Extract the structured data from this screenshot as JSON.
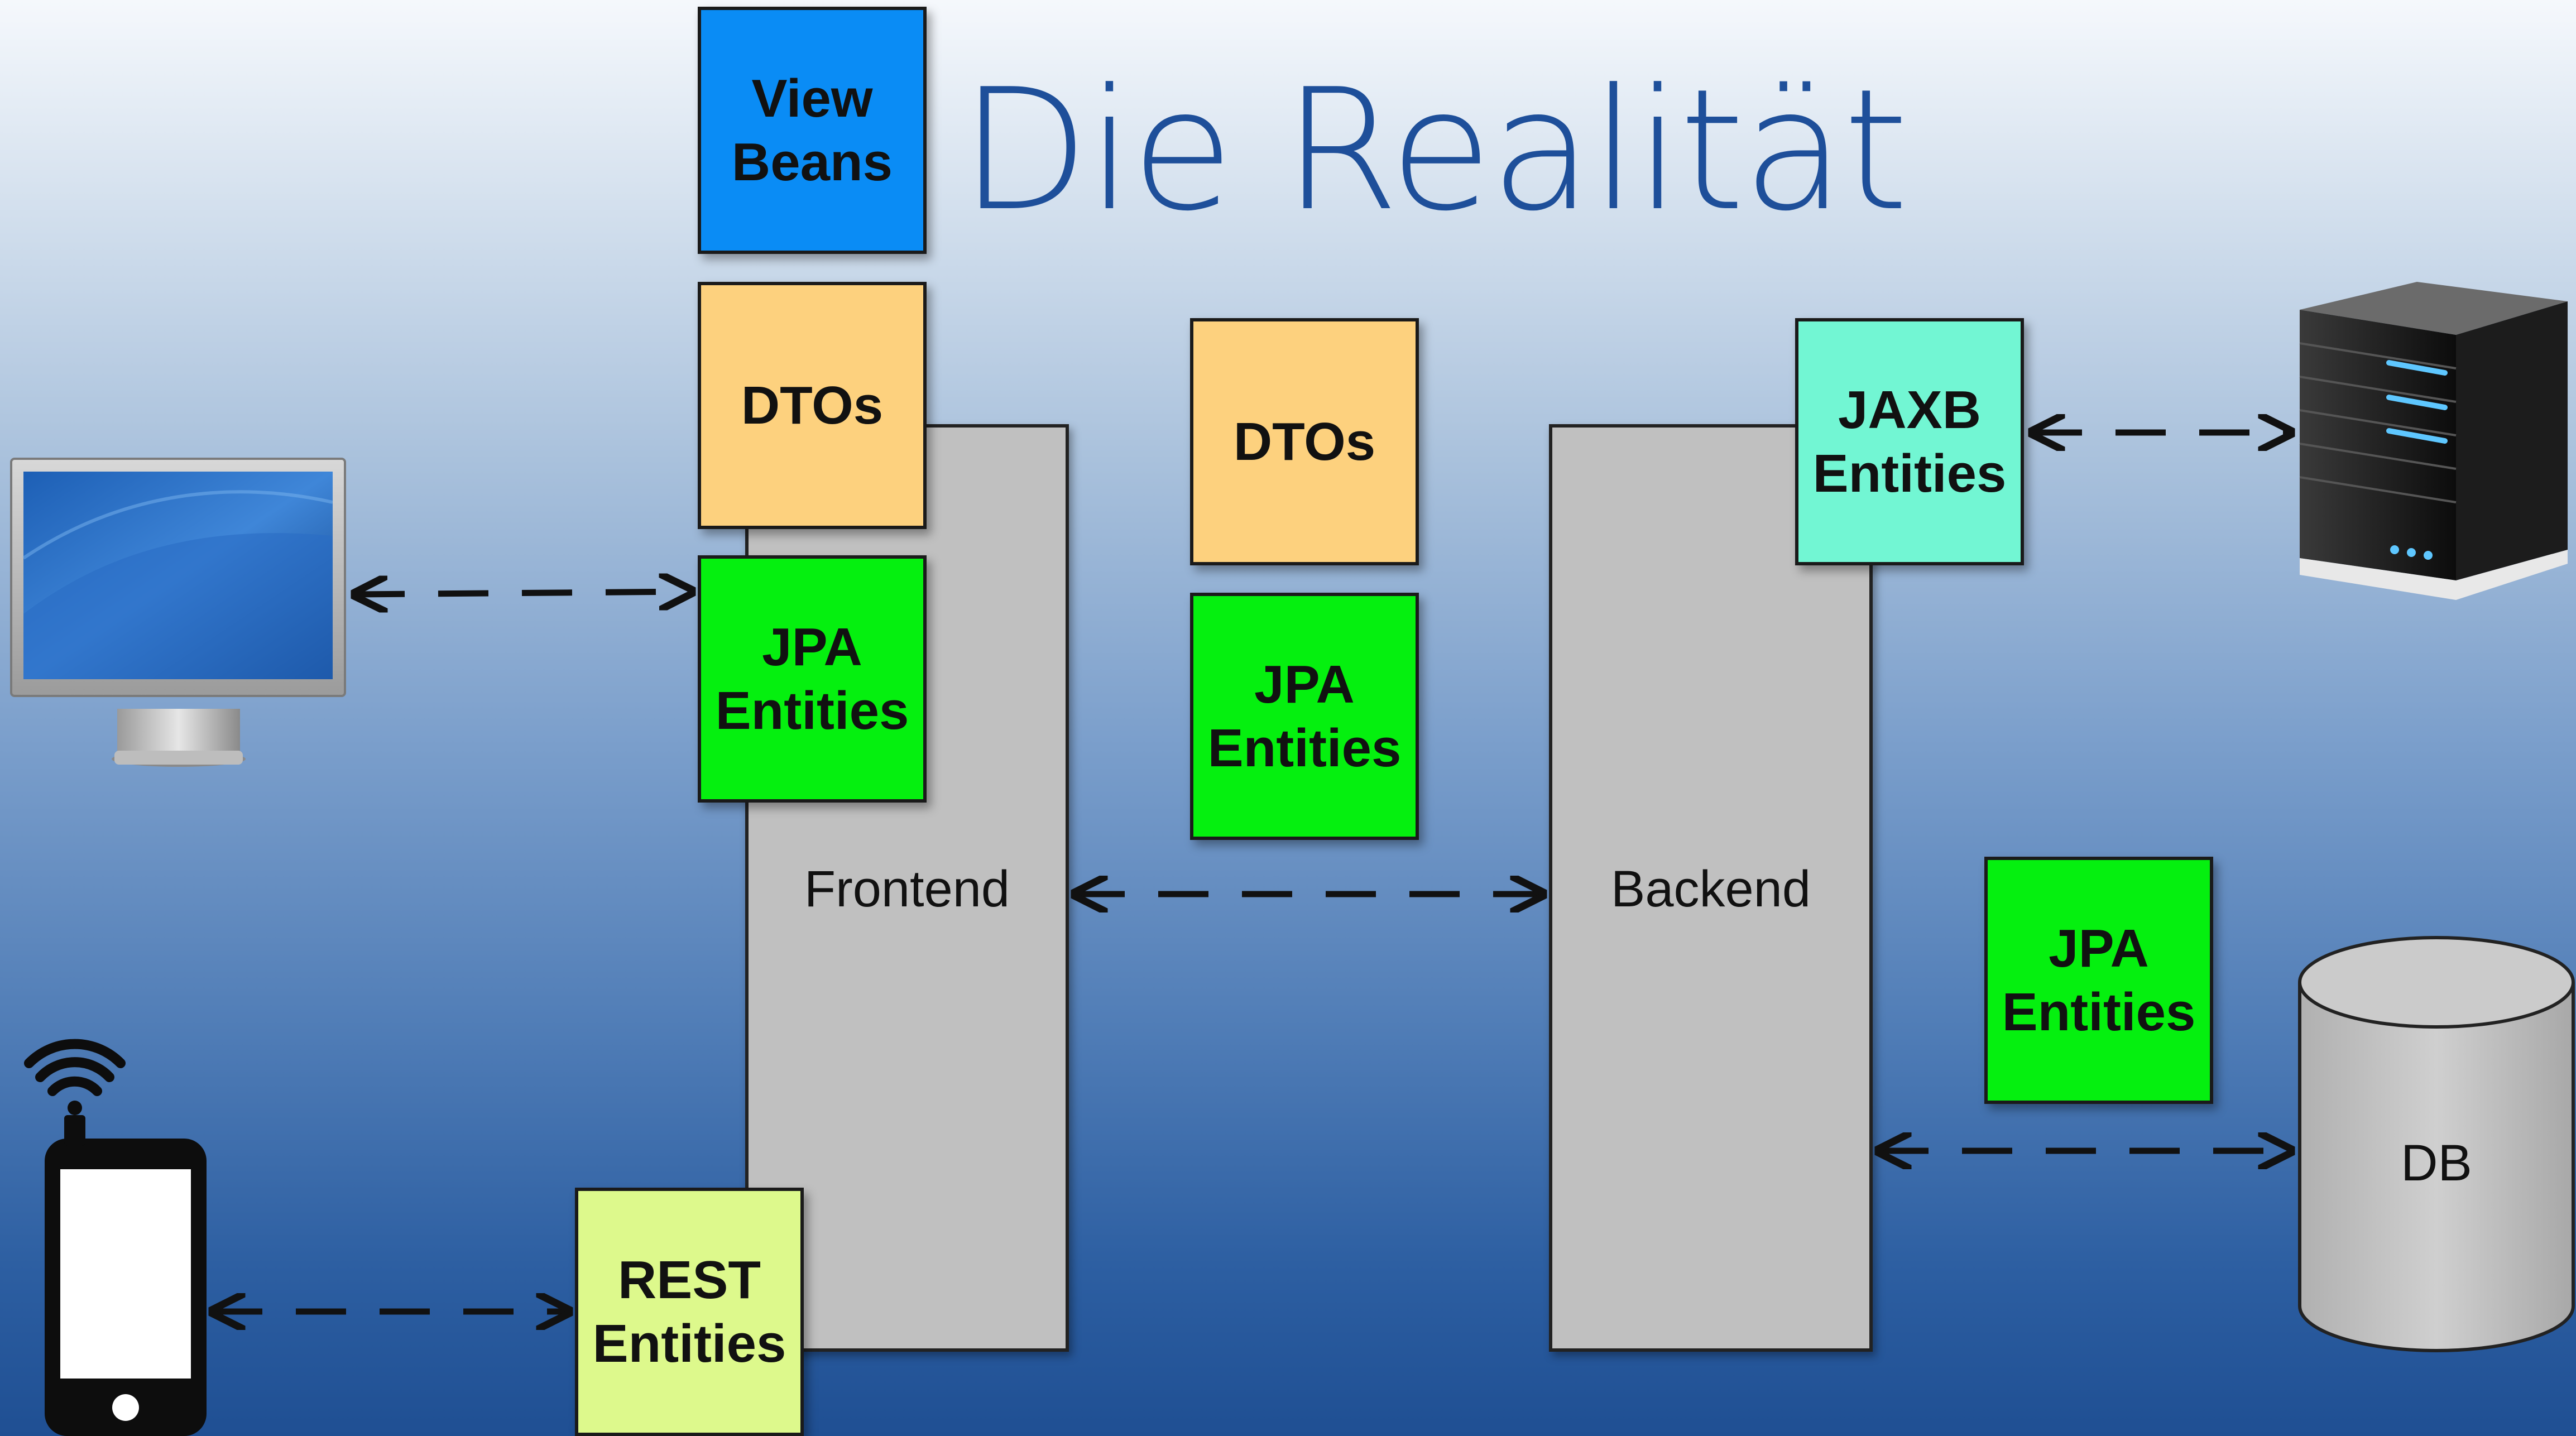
{
  "slide": {
    "title": "Die Realität",
    "layers": {
      "frontend": "Frontend",
      "backend": "Backend"
    },
    "boxes": {
      "view_beans": "View\nBeans",
      "frontend_dtos": "DTOs",
      "frontend_jpa": "JPA\nEntities",
      "rest_entities": "REST\nEntities",
      "middle_dtos": "DTOs",
      "middle_jpa": "JPA\nEntities",
      "jaxb_entities": "JAXB\nEntities",
      "backend_jpa": "JPA\nEntities"
    },
    "database": "DB",
    "icons": [
      "desktop-monitor-icon",
      "smartphone-icon",
      "wifi-icon",
      "server-icon",
      "database-cylinder-icon"
    ],
    "colors": {
      "title": "#1e4f9a",
      "view_beans": "#0a8cf5",
      "dtos": "#fdd17e",
      "jpa_entities": "#05f00f",
      "jaxb_entities": "#72f6d3",
      "rest_entities": "#ddf98c",
      "layer": "#c0c0c0"
    }
  }
}
